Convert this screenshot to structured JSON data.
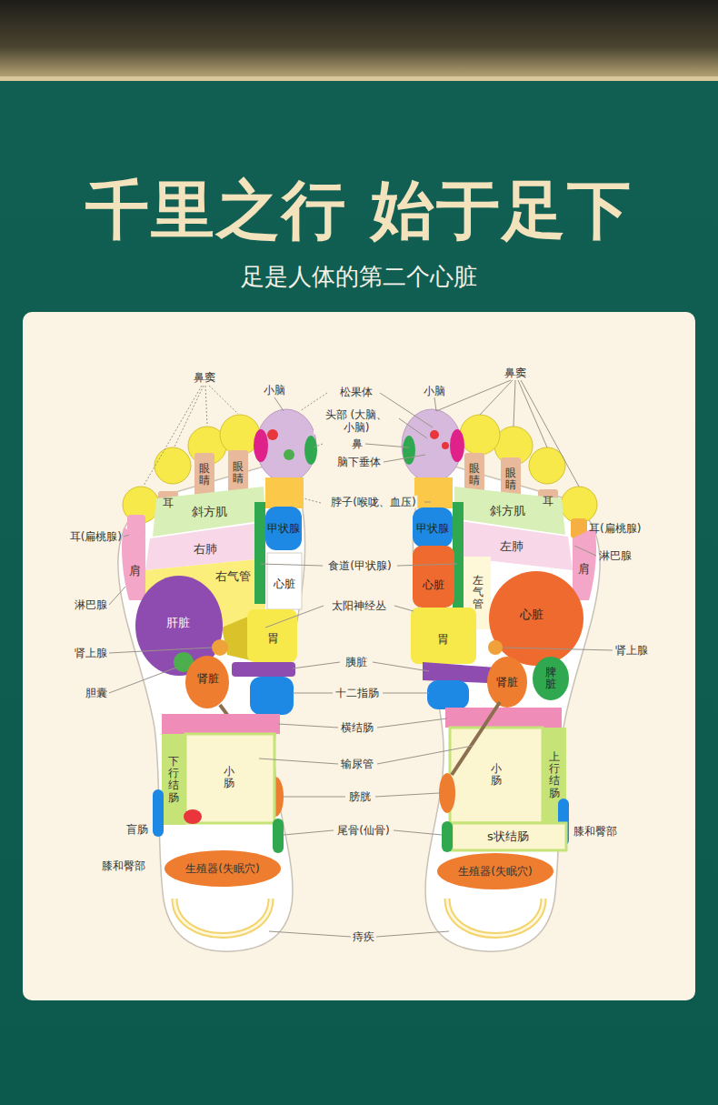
{
  "diagram": {
    "title": "千里之行 始于足下",
    "nodes": [
      {
        "text": [
          "耳"
        ]
      },
      {
        "text": [
          "眼睛"
        ]
      },
      {
        "text": [
          "眼睛"
        ]
      },
      {
        "text": [
          "斜方肌"
        ]
      },
      {
        "text": [
          "右肺"
        ]
      },
      {
        "text": [
          "肩"
        ]
      },
      {
        "text": [
          "右气管"
        ]
      },
      {
        "text": [
          "甲状腺"
        ]
      },
      {
        "text": [
          "心脏"
        ]
      },
      {
        "text": [
          "肝脏"
        ]
      },
      {
        "text": [
          "胃"
        ]
      },
      {
        "text": [
          "肾脏"
        ]
      },
      {
        "text": [
          "下行结肠"
        ]
      },
      {
        "text": [
          "小肠"
        ]
      },
      {
        "text": [
          "生殖器(失眠穴)"
        ]
      },
      {
        "text": [
          "眼睛"
        ]
      },
      {
        "text": [
          "眼睛"
        ]
      },
      {
        "text": [
          "耳"
        ]
      },
      {
        "text": [
          "斜方肌"
        ]
      },
      {
        "text": [
          "左肺"
        ]
      },
      {
        "text": [
          "甲状腺"
        ]
      },
      {
        "text": [
          "肩"
        ]
      },
      {
        "text": [
          "心脏"
        ]
      },
      {
        "text": [
          "左气管"
        ]
      },
      {
        "text": [
          "心脏"
        ]
      },
      {
        "text": [
          "胃"
        ]
      },
      {
        "text": [
          "肾脏"
        ]
      },
      {
        "text": [
          "脾脏"
        ]
      },
      {
        "text": [
          "小肠"
        ]
      },
      {
        "text": [
          "上行结肠"
        ]
      },
      {
        "text": [
          "s状结肠"
        ]
      },
      {
        "text": [
          "生殖器(失眠穴)"
        ]
      }
    ],
    "labels": [
      "足是人体的第二个心脏",
      "鼻窦",
      "小脑",
      "松果体",
      "小脑",
      "鼻窦",
      "头部 (大脑、小脑)",
      "鼻",
      "脑下垂体",
      "脖子(喉咙、血压)",
      "耳(扁桃腺)",
      "耳(扁桃腺)",
      "淋巴腺",
      "食道(甲状腺)",
      "淋巴腺",
      "太阳神经丛",
      "肾上腺",
      "肾上腺",
      "胰脏",
      "胆囊",
      "十二指肠",
      "横结肠",
      "输尿管",
      "膀胱",
      "盲肠",
      "尾骨(仙骨)",
      "膝和臀部",
      "膝和臀部",
      "痔疾"
    ]
  }
}
